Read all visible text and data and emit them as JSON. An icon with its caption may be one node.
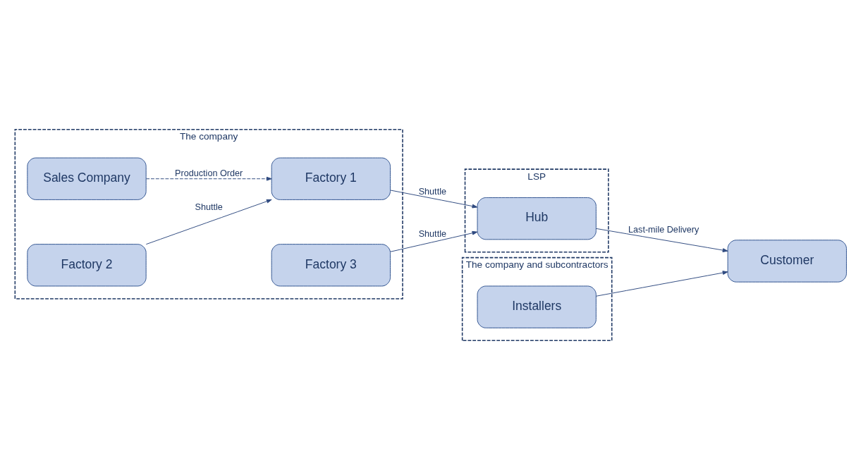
{
  "diagram": {
    "nodes": [
      {
        "text": [
          "The company"
        ]
      },
      {
        "text": [
          "Sales Company"
        ],
        "in": 0
      },
      {
        "text": [
          "Factory 1"
        ],
        "in": 0
      },
      {
        "text": [
          "Factory 2"
        ],
        "in": 0
      },
      {
        "text": [
          "Factory 3"
        ],
        "in": 0
      },
      {
        "text": [
          "LSP"
        ]
      },
      {
        "text": [
          "Hub"
        ],
        "in": 5
      },
      {
        "text": [
          "The company and subcontractors"
        ]
      },
      {
        "text": [
          "Installers"
        ],
        "in": 7
      },
      {
        "text": [
          "Customer"
        ]
      }
    ],
    "edges": [
      {
        "from": 1,
        "to": 2,
        "arrow": "to",
        "label": "Production Order",
        "style": "dashed"
      },
      {
        "from": 3,
        "to": 2,
        "arrow": "to",
        "label": "Shuttle"
      },
      {
        "from": 2,
        "to": 6,
        "arrow": "to",
        "label": "Shuttle"
      },
      {
        "from": 4,
        "to": 6,
        "arrow": "to",
        "label": "Shuttle"
      },
      {
        "from": 6,
        "to": 9,
        "arrow": "to",
        "label": "Last-mile Delivery"
      },
      {
        "from": 8,
        "to": 9,
        "arrow": "to"
      }
    ]
  }
}
